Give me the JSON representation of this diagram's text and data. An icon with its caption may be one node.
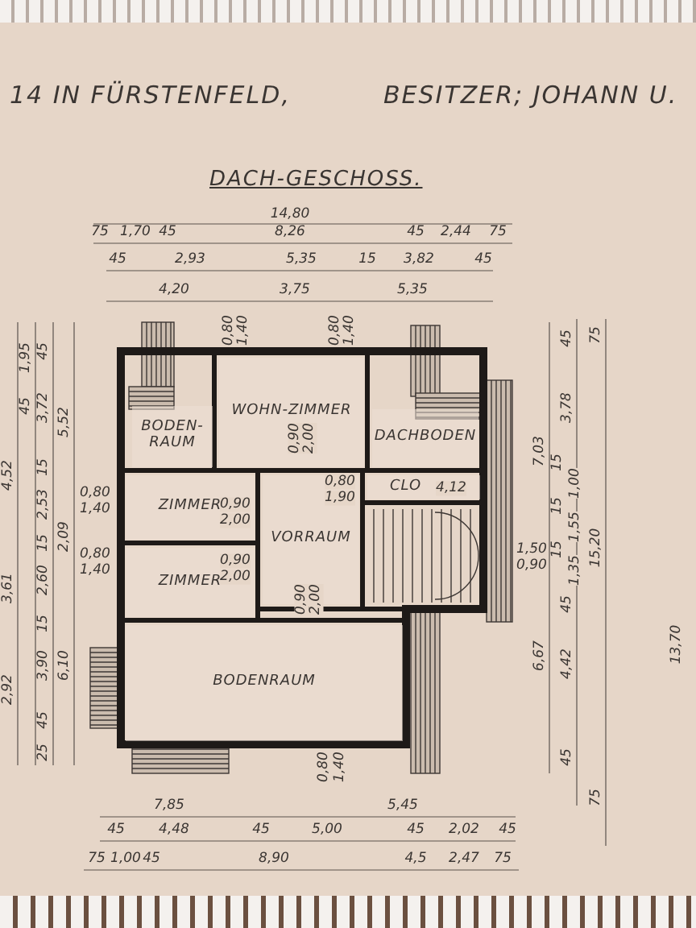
{
  "diagram": {
    "title": "DACH-GESCHOSS.",
    "nodes": [
      {
        "text": [
          "BODEN-RAUM"
        ]
      },
      {
        "text": [
          "WOHN-ZIMMER"
        ]
      },
      {
        "text": [
          "DACHBODEN"
        ]
      },
      {
        "text": [
          "CLO"
        ]
      },
      {
        "text": [
          "ZIMMER"
        ]
      },
      {
        "text": [
          "VORRAUM"
        ]
      },
      {
        "text": [
          "ZIMMER"
        ]
      },
      {
        "text": [
          "BODENRAUM"
        ]
      }
    ],
    "edges": [],
    "labels": [
      "14 IN FÜRSTENFELD,",
      "BESITZER; JOHANN U.",
      "14,80",
      "75",
      "1,70",
      "45",
      "8,26",
      "45",
      "2,44",
      "75",
      "45",
      "2,93",
      "5,35",
      "15",
      "3,82",
      "45",
      "4,20",
      "3,75",
      "5,35",
      "0,80",
      "1,40",
      "0,80",
      "1,40",
      "4,52",
      "3,61",
      "2,92",
      "1,95",
      "45",
      "45",
      "3,72",
      "15",
      "2,53",
      "15",
      "2,60",
      "15",
      "3,90",
      "45",
      "25",
      "5,52",
      "2,09",
      "6,10",
      "0,80",
      "1,40",
      "0,80",
      "1,40",
      "0,90",
      "2,00",
      "0,80",
      "1,90",
      "4,12",
      "0,90",
      "2,00",
      "0,90",
      "2,00",
      "0,90",
      "2,00",
      "0,80",
      "1,40",
      "1,50",
      "0,90",
      "7,03",
      "6,67",
      "45",
      "75",
      "3,78",
      "15",
      "1,00",
      "15",
      "1,55",
      "15",
      "1,35",
      "45",
      "4,42",
      "45",
      "75",
      "15,20",
      "13,70",
      "7,85",
      "5,45",
      "45",
      "4,48",
      "45",
      "5,00",
      "45",
      "2,02",
      "45",
      "75",
      "1,00",
      "45",
      "8,90",
      "4,5",
      "2,47",
      "75"
    ]
  }
}
